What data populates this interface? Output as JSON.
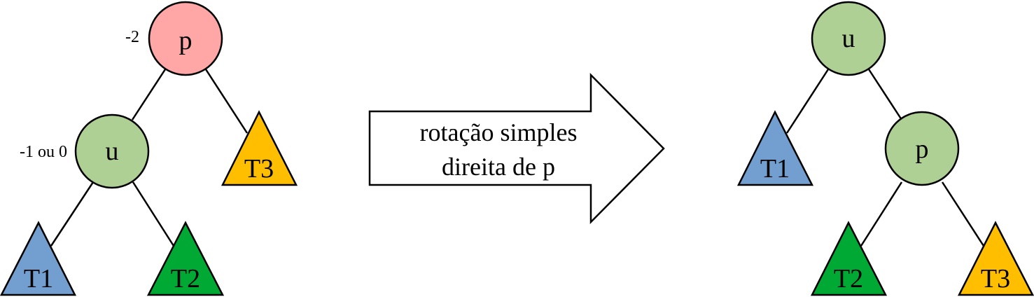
{
  "diagram": {
    "left_tree": {
      "root": {
        "label": "p",
        "balance": "-2",
        "color": "#ffa6a6"
      },
      "child": {
        "label": "u",
        "balance": "-1 ou 0",
        "color": "#afd095"
      },
      "subtrees": [
        {
          "label": "T1",
          "color": "#729fcf"
        },
        {
          "label": "T2",
          "color": "#00a933"
        },
        {
          "label": "T3",
          "color": "#ffbf00"
        }
      ]
    },
    "arrow": {
      "line1": "rotação simples",
      "line2": "direita de p"
    },
    "right_tree": {
      "root": {
        "label": "u",
        "color": "#afd095"
      },
      "child": {
        "label": "p",
        "color": "#afd095"
      },
      "subtrees": [
        {
          "label": "T1",
          "color": "#729fcf"
        },
        {
          "label": "T2",
          "color": "#00a933"
        },
        {
          "label": "T3",
          "color": "#ffbf00"
        }
      ]
    }
  }
}
